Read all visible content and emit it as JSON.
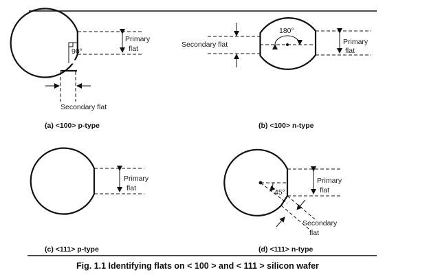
{
  "panels": {
    "a": {
      "caption": "(a) <100> p-type",
      "primary_label_1": "Primary",
      "primary_label_2": "flat",
      "angle": "90°",
      "secondary_label": "Secondary flat"
    },
    "b": {
      "caption": "(b) <100> n-type",
      "primary_label_1": "Primary",
      "primary_label_2": "flat",
      "angle": "180°",
      "secondary_label": "Secondary flat"
    },
    "c": {
      "caption": "(c) <111> p-type",
      "primary_label_1": "Primary",
      "primary_label_2": "flat"
    },
    "d": {
      "caption": "(d) <111> n-type",
      "primary_label_1": "Primary",
      "primary_label_2": "flat",
      "angle": "45°",
      "secondary_label_1": "Secondary",
      "secondary_label_2": "flat"
    }
  },
  "figure_caption": "Fig. 1.1 Identifying flats on < 100 > and < 111 > silicon wafer"
}
